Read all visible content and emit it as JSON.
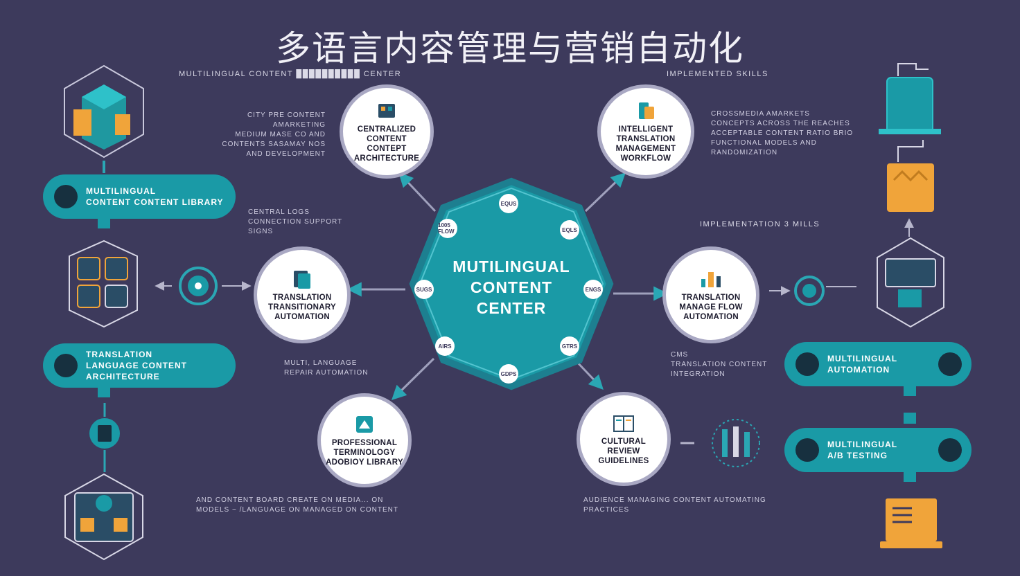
{
  "title": "多语言内容管理与营销自动化",
  "headers": {
    "top_left": "MULTILINGUAL CONTENT ██████████ CENTER",
    "top_right": "IMPLEMENTED SKILLS",
    "mid_right": "IMPLEMENTATION 3 MILLS"
  },
  "notes": {
    "n1": "CITY PRE CONTENT AMARKETING\nMEDIUM MASE CO AND\nCONTENTS SASAMAY NOS\nAND DEVELOPMENT",
    "n2": "CENTRAL LOGS\nCONNECTION SUPPORT\nSIGNS",
    "n3": "MULTI, LANGUAGE\nREPAIR AUTOMATION",
    "n4": "AND CONTENT BOARD CREATE ON MEDIA... ON\nMODELS ~ /LANGUAGE ON MANAGED ON CONTENT",
    "n5": "CROSSMEDIA AMARKETS\nCONCEPTS ACROSS THE REACHES\nACCEPTABLE CONTENT RATIO BRIO\nFUNCTIONAL MODELS AND\nRANDOMIZATION",
    "n6": "CMS\nTRANSLATION CONTENT\nINTEGRATION",
    "n7": "AUDIENCE MANAGING CONTENT AUTOMATING\nPRACTICES"
  },
  "center": {
    "label": "MUTILINGUAL CONTENT CENTER",
    "dots": [
      "EQUS",
      "1005 FLOW",
      "EQLS",
      "SUGS",
      "ENGS",
      "AIRS",
      "GTRS",
      "GDPS"
    ]
  },
  "nodes": [
    {
      "id": "n_top_left",
      "label": "CENTRALIZED CONTENT CONTEPT ARCHITECTURE",
      "icon": "server-icon"
    },
    {
      "id": "n_top_right",
      "label": "INTELLIGENT TRANSLATION MANAGEMENT WORKFLOW",
      "icon": "workflow-icon"
    },
    {
      "id": "n_left",
      "label": "TRANSLATION TRANSITIONARY AUTOMATION",
      "icon": "document-stack-icon"
    },
    {
      "id": "n_right",
      "label": "TRANSLATION MANAGE FLOW AUTOMATION",
      "icon": "analytics-icon"
    },
    {
      "id": "n_bottom_left",
      "label": "PROFESSIONAL TERMINOLOGY ADOBIOY LIBRARY",
      "icon": "library-icon"
    },
    {
      "id": "n_bottom_right",
      "label": "CULTURAL REVIEW GUIDELINES",
      "icon": "guidebook-icon"
    }
  ],
  "pills": [
    {
      "id": "p1",
      "label": "MULTILINGUAL\nCONTENT CONTENT LIBRARY"
    },
    {
      "id": "p2",
      "label": "TRANSLATION\nLANGUAGE CONTENT ARCHITECTURE"
    },
    {
      "id": "p3",
      "label": "MULTILINGUAL\nAUTOMATION"
    },
    {
      "id": "p4",
      "label": "MULTILINGUAL\nA/B TESTING"
    }
  ],
  "colors": {
    "background": "#3d3a5c",
    "teal": "#1a9aa6",
    "node_border": "#a9a8c3",
    "orange": "#f0a43a",
    "white": "#ffffff"
  }
}
